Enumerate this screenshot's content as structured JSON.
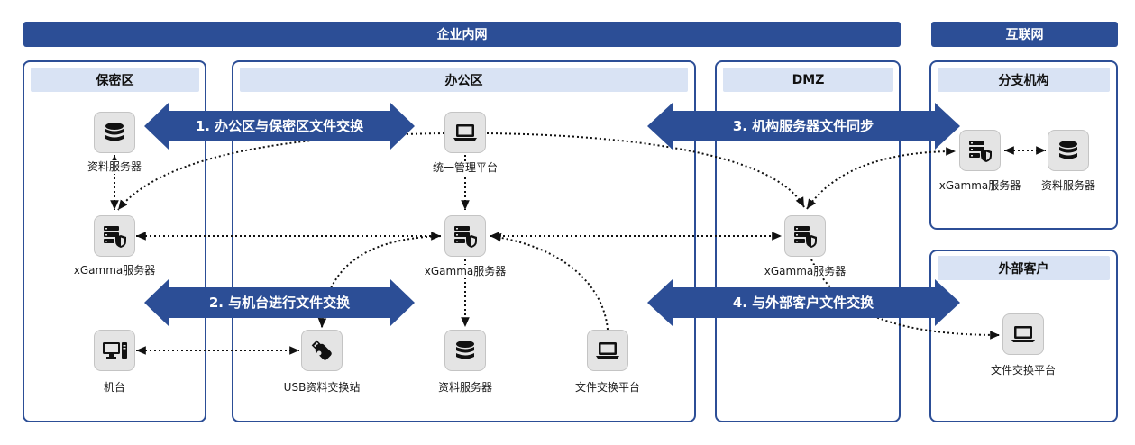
{
  "banners": {
    "intranet": "企业内网",
    "internet": "互联网"
  },
  "zones": {
    "secret": "保密区",
    "office": "办公区",
    "dmz": "DMZ",
    "branch": "分支机构",
    "customer": "外部客户"
  },
  "nodes": {
    "secret_data_server": "资料服务器",
    "secret_xgamma": "xGamma服务器",
    "machine": "机台",
    "mgmt_platform": "统一管理平台",
    "office_xgamma": "xGamma服务器",
    "usb_station": "USB资料交换站",
    "office_data_server": "资料服务器",
    "office_file_platform": "文件交换平台",
    "dmz_xgamma": "xGamma服务器",
    "branch_xgamma": "xGamma服务器",
    "branch_data_server": "资料服务器",
    "customer_file_platform": "文件交换平台"
  },
  "flows": {
    "f1": "1. 办公区与保密区文件交换",
    "f2": "2. 与机台进行文件交换",
    "f3": "3. 机构服务器文件同步",
    "f4": "4. 与外部客户文件交换"
  },
  "colors": {
    "primary": "#2c4e96",
    "zone_header": "#d9e3f4",
    "node_bg": "#e4e4e4"
  }
}
